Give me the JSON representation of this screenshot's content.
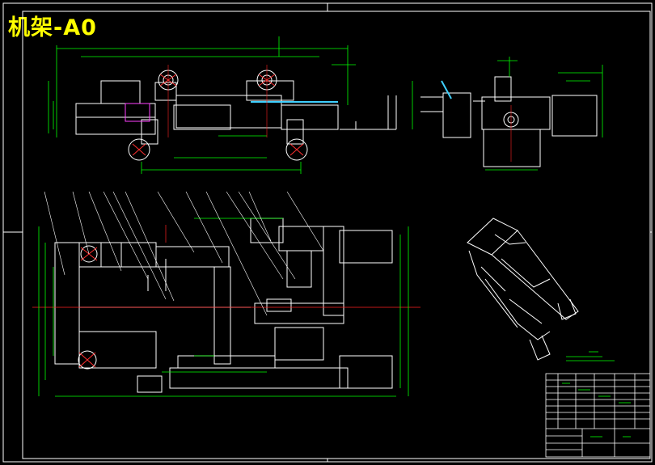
{
  "drawing": {
    "title": "机架-A0"
  },
  "colors": {
    "background": "#000000",
    "outline": "#ffffff",
    "dimension": "#00ff00",
    "centerline": "#ff2020",
    "title_text": "#ffff00",
    "highlight_blue": "#3fd0ff",
    "highlight_magenta": "#ff40ff",
    "hatch_red": "#ff3030"
  },
  "views": [
    "front-view",
    "side-view",
    "plan-view",
    "isometric-view",
    "title-block"
  ]
}
